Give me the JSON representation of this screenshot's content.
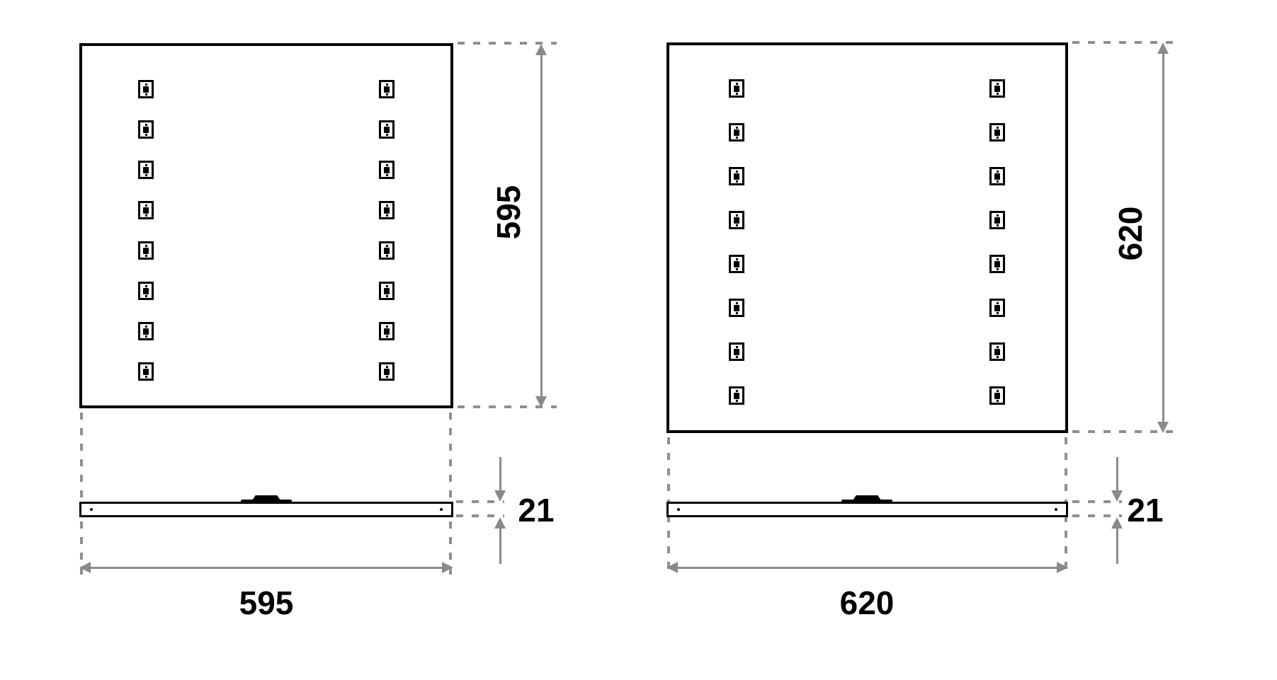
{
  "colors": {
    "ink": "#000000",
    "dimension": "#8a8a8a",
    "dash": "#8f8f8f",
    "background": "#ffffff"
  },
  "figures": [
    {
      "id": "panel-595",
      "width_label": "595",
      "height_label": "595",
      "thickness_label": "21",
      "clip_rows": 8,
      "clip_columns": 2
    },
    {
      "id": "panel-620",
      "width_label": "620",
      "height_label": "620",
      "thickness_label": "21",
      "clip_rows": 8,
      "clip_columns": 2
    }
  ]
}
